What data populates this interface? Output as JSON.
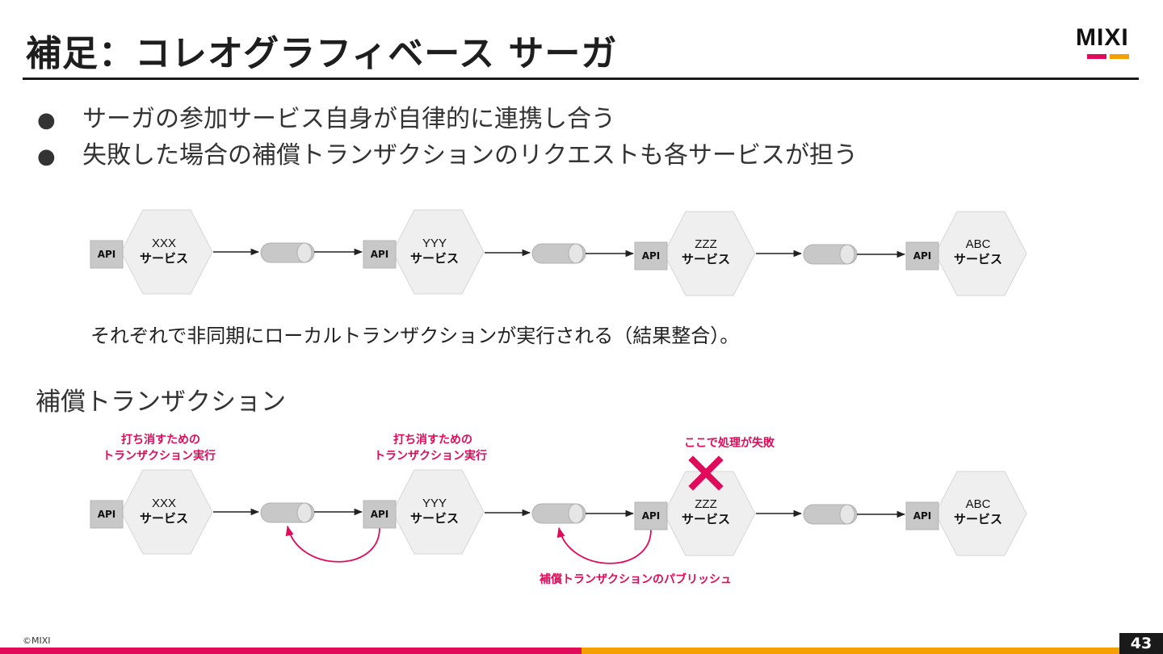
{
  "title": "補足：コレオグラフィベース サーガ",
  "logo": {
    "text": "MIXI"
  },
  "bullets": [
    "サーガの参加サービス自身が自律的に連携し合う",
    "失敗した場合の補償トランザクションのリクエストも各サービスが担う"
  ],
  "bullet_glyph": "●",
  "diagram1": {
    "services": [
      {
        "api": "API",
        "name": "XXX",
        "sub": "サービス"
      },
      {
        "api": "API",
        "name": "YYY",
        "sub": "サービス"
      },
      {
        "api": "API",
        "name": "ZZZ",
        "sub": "サービス"
      },
      {
        "api": "API",
        "name": "ABC",
        "sub": "サービス"
      }
    ],
    "caption": "それぞれで非同期にローカルトランザクションが実行される（結果整合）。"
  },
  "section2_title": "補償トランザクション",
  "diagram2": {
    "services": [
      {
        "api": "API",
        "name": "XXX",
        "sub": "サービス"
      },
      {
        "api": "API",
        "name": "YYY",
        "sub": "サービス"
      },
      {
        "api": "API",
        "name": "ZZZ",
        "sub": "サービス"
      },
      {
        "api": "API",
        "name": "ABC",
        "sub": "サービス"
      }
    ],
    "undo_label_line1": "打ち消すための",
    "undo_label_line2": "トランザクション実行",
    "failure_label": "ここで処理が失敗",
    "publish_label": "補償トランザクションのパブリッシュ"
  },
  "copyright": "©MIXI",
  "page_number": "43",
  "colors": {
    "accent_red": "#e00b5b",
    "accent_orange": "#f5a000",
    "hex_fill": "#efefef",
    "queue_fill": "#c8c8c8"
  }
}
